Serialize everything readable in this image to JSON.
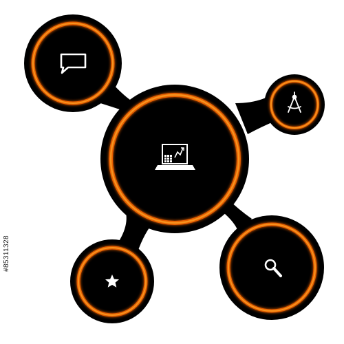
{
  "colors": {
    "background": "#ffffff",
    "body": "#000000",
    "ring": "#f7931e",
    "ring_glow": "#ff6a00",
    "icon": "#ffffff"
  },
  "nodes": [
    {
      "id": "center",
      "icon": "laptop-chart-icon"
    },
    {
      "id": "top-left",
      "icon": "speech-bubble-icon"
    },
    {
      "id": "top-right",
      "icon": "drafting-compass-icon"
    },
    {
      "id": "bottom-left",
      "icon": "star-icon"
    },
    {
      "id": "bottom-right",
      "icon": "magnifier-icon"
    }
  ],
  "side_text": "#85311328"
}
